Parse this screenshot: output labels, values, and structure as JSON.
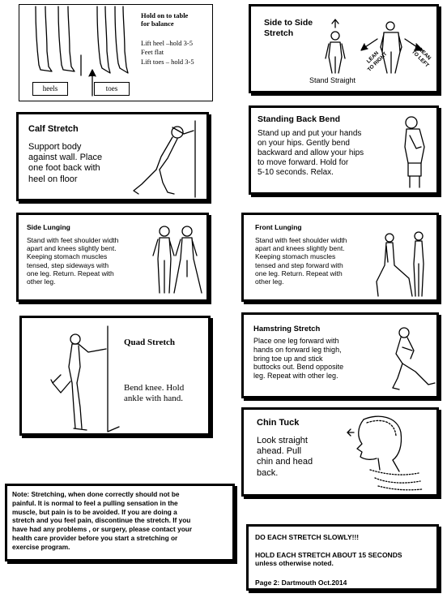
{
  "heels_toes": {
    "title": "Hold on to table\nfor balance",
    "steps": "Lift heel –hold 3-5\nFeet flat\nLift toes – hold 3-5",
    "heels_label": "heels",
    "toes_label": "toes"
  },
  "side_to_side": {
    "title": "Side to Side\nStretch",
    "caption": "Stand Straight",
    "lean_right": "LEAN\nTO RIGHT",
    "lean_left": "LEAN\nTO LEFT"
  },
  "calf": {
    "title": "Calf Stretch",
    "text": "Support body\nagainst wall.  Place\none foot back with\nheel on floor"
  },
  "back_bend": {
    "title": "Standing Back Bend",
    "text": "Stand up and put your hands\non your hips.  Gently bend\nbackward and allow your hips\nto move forward. Hold for\n5-10 seconds. Relax."
  },
  "side_lunging": {
    "title": "Side Lunging",
    "text": "Stand with feet shoulder width\napart and knees slightly bent.\nKeeping stomach muscles\ntensed, step sideways with\none leg. Return. Repeat with\nother leg."
  },
  "front_lunging": {
    "title": "Front Lunging",
    "text": "Stand with feet shoulder width\napart and knees slightly bent.\nKeeping stomach muscles\ntensed and step forward with\none leg. Return. Repeat with\nother leg."
  },
  "quad": {
    "title": "Quad Stretch",
    "text": "Bend knee. Hold\nankle with hand."
  },
  "hamstring": {
    "title": "Hamstring Stretch",
    "text": "Place one leg forward with\nhands on forward leg thigh,\nbring toe up and stick\nbuttocks out. Bend opposite\nleg. Repeat with other leg."
  },
  "chin_tuck": {
    "title": "Chin Tuck",
    "text": "Look straight\nahead.  Pull\nchin and head\nback."
  },
  "note": {
    "text": "Note:  Stretching, when done correctly should not be\npainful.  It is normal to feel a pulling sensation in the\nmuscle, but pain is to be avoided.  If you are doing a\nstretch and you feel pain, discontinue the stretch.  If you\nhave had any problems , or surgery, please contact your\nhealth care provider before you start a stretching or\nexercise program."
  },
  "footer": {
    "line1": "DO EACH STRETCH SLOWLY!!!",
    "line2": "HOLD EACH STRETCH ABOUT 15 SECONDS\nunless otherwise noted.",
    "page": "Page 2: Dartmouth Oct.2014"
  }
}
